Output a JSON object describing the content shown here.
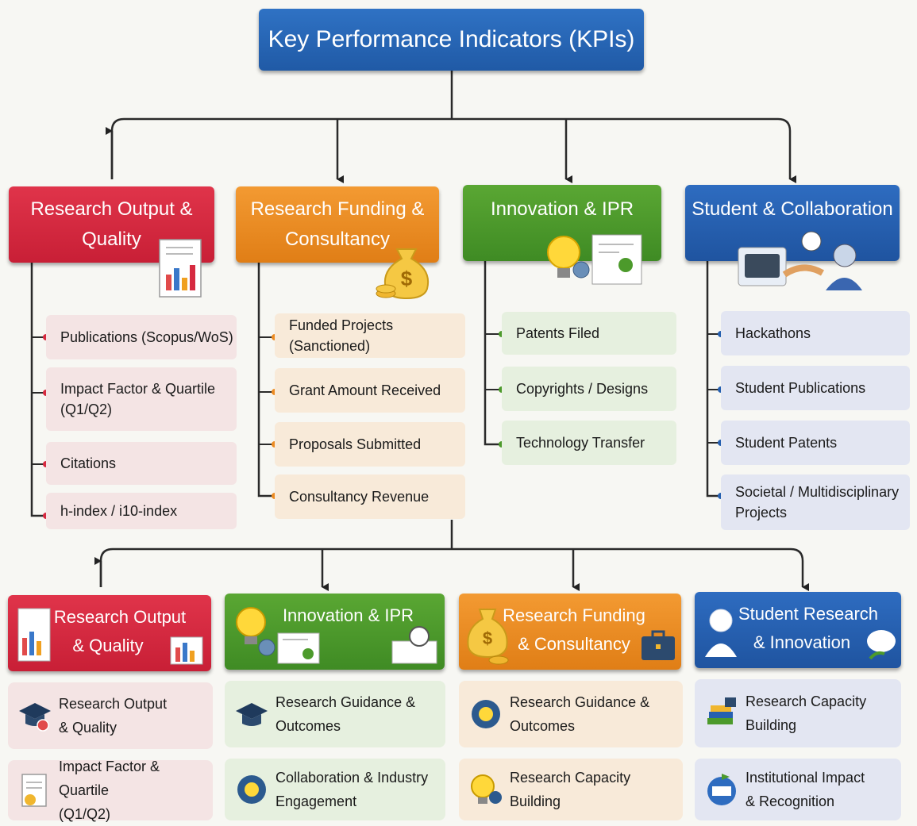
{
  "title": "Key Performance Indicators (KPIs)",
  "categories": [
    {
      "title_lines": [
        "Research Output &",
        "Quality"
      ],
      "color": "#d62a40",
      "items": [
        {
          "lines": [
            "Publications (Scopus/WoS)"
          ]
        },
        {
          "lines": [
            "Impact Factor & Quartile",
            "(Q1/Q2)"
          ]
        },
        {
          "lines": [
            "Citations"
          ]
        },
        {
          "lines": [
            "h-index / i10-index"
          ]
        }
      ]
    },
    {
      "title_lines": [
        "Research Funding &",
        "Consultancy"
      ],
      "color": "#ec8b22",
      "items": [
        {
          "lines": [
            "Funded Projects (Sanctioned)"
          ]
        },
        {
          "lines": [
            "Grant Amount Received"
          ]
        },
        {
          "lines": [
            "Proposals Submitted"
          ]
        },
        {
          "lines": [
            "Consultancy Revenue"
          ]
        }
      ]
    },
    {
      "title_lines": [
        "Innovation & IPR"
      ],
      "color": "#4c9a2b",
      "items": [
        {
          "lines": [
            "Patents Filed"
          ]
        },
        {
          "lines": [
            "Copyrights / Designs"
          ]
        },
        {
          "lines": [
            "Technology Transfer"
          ]
        }
      ]
    },
    {
      "title_lines": [
        "Student & Collaboration"
      ],
      "color": "#2660b0",
      "items": [
        {
          "lines": [
            "Hackathons"
          ]
        },
        {
          "lines": [
            "Student Publications"
          ]
        },
        {
          "lines": [
            "Student Patents"
          ]
        },
        {
          "lines": [
            "Societal / Multidisciplinary",
            "Projects"
          ]
        }
      ]
    }
  ],
  "bottom_sections": [
    {
      "title_lines": [
        "Research Output",
        "& Quality"
      ],
      "color": "#d62a40",
      "cards": [
        {
          "lines": [
            "Research Output",
            "& Quality"
          ],
          "icon": "graduation-cap-icon"
        },
        {
          "lines": [
            "Impact Factor & Quartile",
            "(Q1/Q2)"
          ],
          "icon": "document-icon"
        }
      ]
    },
    {
      "title_lines": [
        "Innovation & IPR"
      ],
      "color": "#4c9a2b",
      "cards": [
        {
          "lines": [
            "Research Guidance &",
            "Outcomes"
          ],
          "icon": "graduation-cap-icon"
        },
        {
          "lines": [
            "Collaboration & Industry",
            "Engagement"
          ],
          "icon": "gear-bulb-icon"
        }
      ]
    },
    {
      "title_lines": [
        "Research Funding",
        "& Consultancy"
      ],
      "color": "#ec8b22",
      "cards": [
        {
          "lines": [
            "Research Guidance &",
            "Outcomes"
          ],
          "icon": "gear-bulb-icon"
        },
        {
          "lines": [
            "Research Capacity",
            "Building"
          ],
          "icon": "bulb-gear-icon"
        }
      ]
    },
    {
      "title_lines": [
        "Student Research",
        "& Innovation"
      ],
      "color": "#2660b0",
      "cards": [
        {
          "lines": [
            "Research Capacity",
            "Building"
          ],
          "icon": "books-icon"
        },
        {
          "lines": [
            "Institutional Impact",
            "& Recognition"
          ],
          "icon": "globe-icon"
        }
      ]
    }
  ]
}
